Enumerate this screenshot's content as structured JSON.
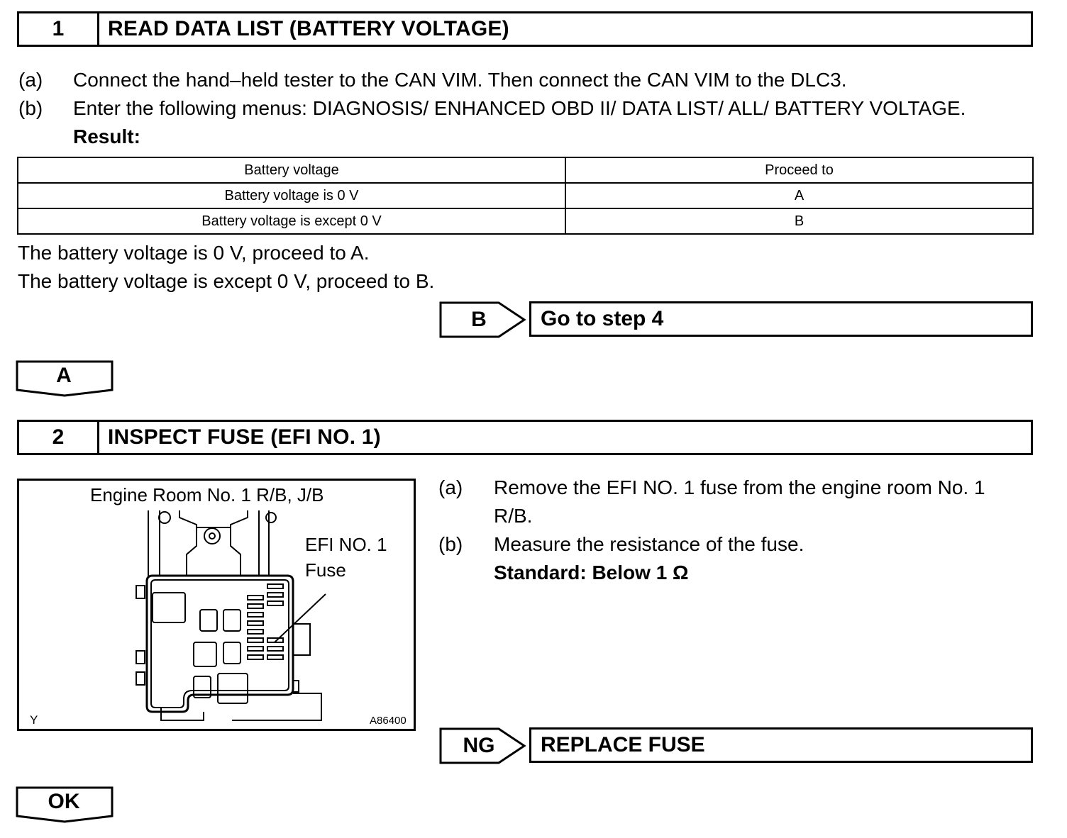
{
  "step1": {
    "number": "1",
    "title": "READ DATA LIST (BATTERY VOLTAGE)",
    "items": [
      {
        "marker": "(a)",
        "text": "Connect the hand–held tester to the CAN VIM. Then connect the CAN VIM to the DLC3."
      },
      {
        "marker": "(b)",
        "text": "Enter the following menus: DIAGNOSIS/ ENHANCED OBD II/ DATA LIST/ ALL/ BATTERY VOLTAGE."
      }
    ],
    "result_label": "Result:",
    "table": {
      "headers": [
        "Battery voltage",
        "Proceed to"
      ],
      "rows": [
        [
          "Battery voltage is 0 V",
          "A"
        ],
        [
          "Battery voltage is except 0 V",
          "B"
        ]
      ]
    },
    "notes": [
      "The battery voltage is 0 V, proceed to A.",
      "The battery voltage is except 0 V, proceed to B."
    ],
    "branch": {
      "tag": "B",
      "action": "Go to step 4"
    },
    "continue_tag": "A"
  },
  "step2": {
    "number": "2",
    "title": "INSPECT FUSE (EFI NO. 1)",
    "figure": {
      "caption": "Engine Room No. 1 R/B, J/B",
      "callout_line1": "EFI NO. 1",
      "callout_line2": "Fuse",
      "corner_left": "Y",
      "figure_id": "A86400"
    },
    "items": [
      {
        "marker": "(a)",
        "line1": "Remove the EFI NO. 1 fuse from the engine room No. 1",
        "line2": "R/B."
      },
      {
        "marker": "(b)",
        "line1": "Measure the resistance of the fuse."
      }
    ],
    "standard": "Standard: Below 1 Ω",
    "branch": {
      "tag": "NG",
      "action": "REPLACE FUSE"
    },
    "continue_tag": "OK"
  }
}
